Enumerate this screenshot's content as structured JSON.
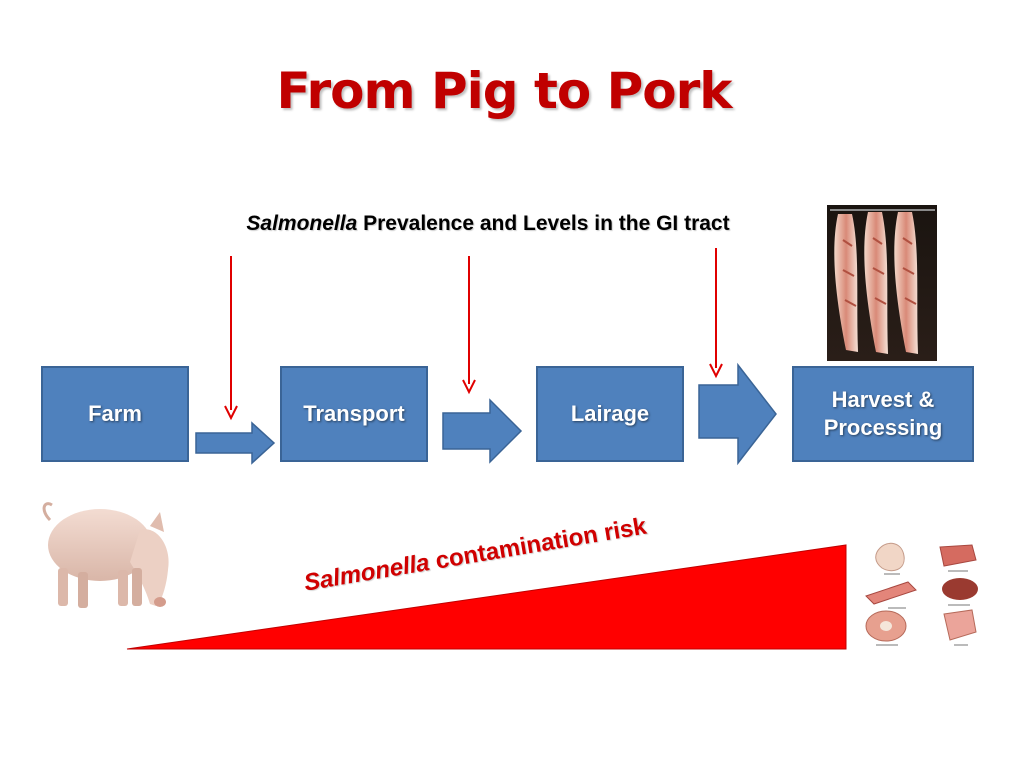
{
  "title": "From Pig to Pork",
  "subtitle": {
    "italic": "Salmonella",
    "rest": " Prevalence and Levels in the GI tract"
  },
  "stages": [
    {
      "label": "Farm"
    },
    {
      "label": "Transport"
    },
    {
      "label": "Lairage"
    },
    {
      "label": "Harvest &\nProcessing"
    }
  ],
  "risk": {
    "italic": "Salmonella",
    "rest": " contamination risk"
  },
  "colors": {
    "title": "#c00000",
    "stage_fill": "#4f81bd",
    "arrow_red": "#e00000",
    "wedge": "#ff0000"
  },
  "images": [
    "pig-image",
    "carcass-image",
    "pork-cuts-image"
  ]
}
